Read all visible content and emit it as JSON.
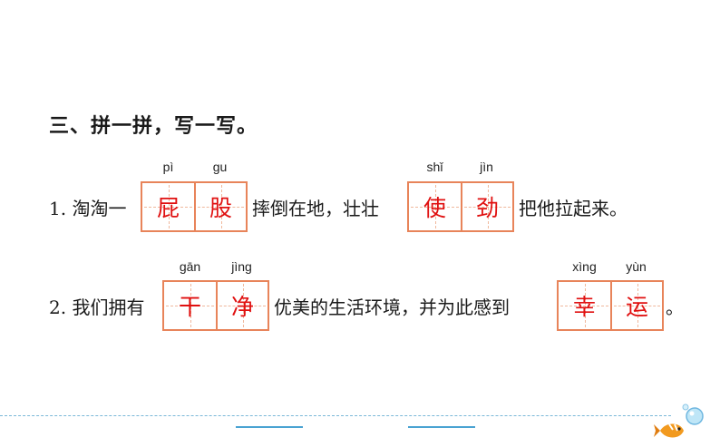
{
  "heading": "三、拼一拼，写一写。",
  "line1": {
    "number": "1.",
    "before": "淘淘一",
    "word1": {
      "pinyin": [
        "pì",
        "gu"
      ],
      "chars": [
        "屁",
        "股"
      ]
    },
    "middle": "摔倒在地，壮壮",
    "word2": {
      "pinyin": [
        "shǐ",
        "jìn"
      ],
      "chars": [
        "使",
        "劲"
      ]
    },
    "after": "把他拉起来。"
  },
  "line2": {
    "number": "2.",
    "before": "我们拥有",
    "word1": {
      "pinyin": [
        "gān",
        "jìng"
      ],
      "chars": [
        "干",
        "净"
      ]
    },
    "middle": "优美的生活环境，并为此感到",
    "word2": {
      "pinyin": [
        "xìng",
        "yùn"
      ],
      "chars": [
        "幸",
        "运"
      ]
    },
    "after": "。"
  },
  "colors": {
    "grid": "#e8845a",
    "answer": "#e01010",
    "footer": "#4aa3d2"
  },
  "icons": [
    "fish-icon",
    "bubble-icon"
  ]
}
